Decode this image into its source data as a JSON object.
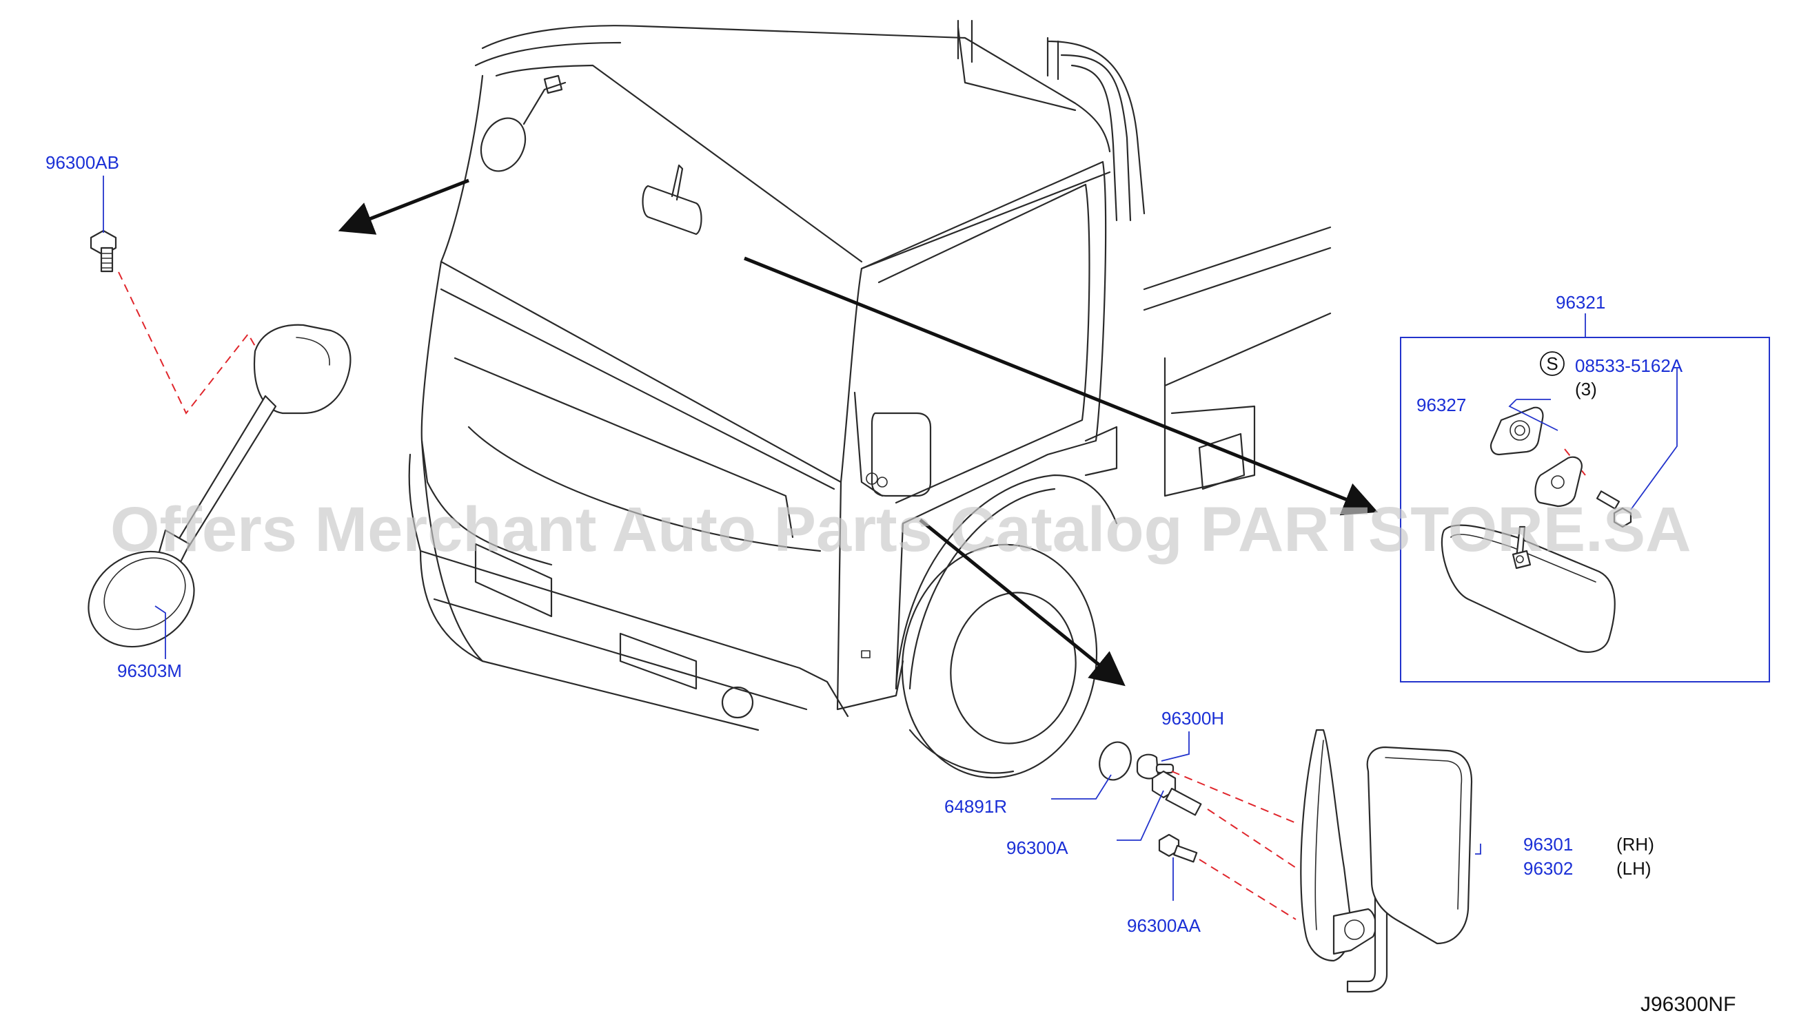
{
  "watermark": "Offers Merchant Auto Parts Catalog PARTSTORE.SA",
  "diagram_code": "J96300NF",
  "callouts": {
    "p96300AB": "96300AB",
    "p96303M": "96303M",
    "p96321": "96321",
    "p08533": "08533-5162A",
    "p08533_qty": "(3)",
    "p08533_symbol": "S",
    "p96327": "96327",
    "p96300H": "96300H",
    "p64891R": "64891R",
    "p96300A": "96300A",
    "p96300AA": "96300AA",
    "p96301": "96301",
    "p96301_side": "(RH)",
    "p96302": "96302",
    "p96302_side": "(LH)"
  },
  "colors": {
    "callout": "#1a2fd6",
    "leader": "#2233cc",
    "dashed_guide": "#e0262c",
    "linework": "#2a2a2a"
  }
}
